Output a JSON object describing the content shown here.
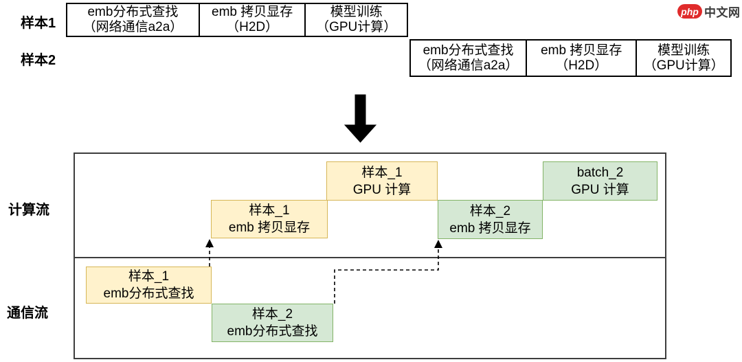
{
  "logo": {
    "php": "php",
    "site": "中文网"
  },
  "samples": {
    "rows": [
      {
        "label": "样本1",
        "cells": [
          {
            "line1": "emb分布式查找",
            "line2": "（网络通信a2a）"
          },
          {
            "line1": "emb 拷贝显存",
            "line2": "（H2D）"
          },
          {
            "line1": "模型训练",
            "line2": "（GPU计算）"
          }
        ]
      },
      {
        "label": "样本2",
        "cells": [
          {
            "line1": "emb分布式查找",
            "line2": "（网络通信a2a）"
          },
          {
            "line1": "emb 拷贝显存",
            "line2": "（H2D）"
          },
          {
            "line1": "模型训练",
            "line2": "（GPU计算）"
          }
        ]
      }
    ]
  },
  "streams": {
    "compute_label": "计算流",
    "comm_label": "通信流",
    "tasks": [
      {
        "line1": "样本_1",
        "line2": "emb 拷贝显存",
        "color": "yellow",
        "row": "compute"
      },
      {
        "line1": "样本_1",
        "line2": "GPU 计算",
        "color": "yellow",
        "row": "compute"
      },
      {
        "line1": "样本_2",
        "line2": "emb 拷贝显存",
        "color": "green",
        "row": "compute"
      },
      {
        "line1": "batch_2",
        "line2": "GPU 计算",
        "color": "green",
        "row": "compute"
      },
      {
        "line1": "样本_1",
        "line2": "emb分布式查找",
        "color": "yellow",
        "row": "comm"
      },
      {
        "line1": "样本_2",
        "line2": "emb分布式查找",
        "color": "green",
        "row": "comm"
      }
    ]
  },
  "colors": {
    "task_yellow_fill": "#FFF2CC",
    "task_yellow_border": "#D6B656",
    "task_green_fill": "#D5E8D4",
    "task_green_border": "#82B366",
    "frame": "#3D3D3D",
    "table_border": "#000000",
    "arrow": "#000000",
    "logo_red": "#E02B2B"
  }
}
